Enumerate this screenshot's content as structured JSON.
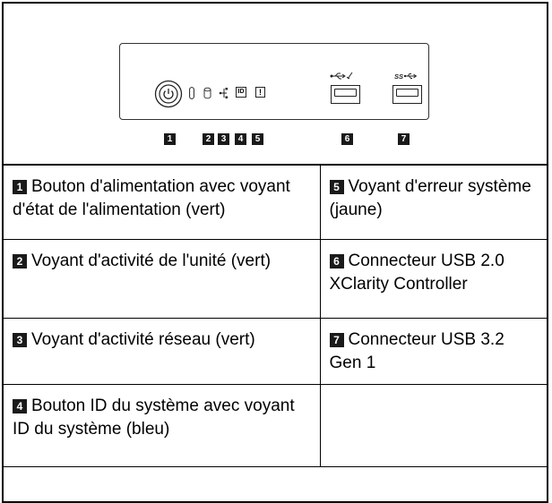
{
  "callouts": [
    "1",
    "2",
    "3",
    "4",
    "5",
    "6",
    "7"
  ],
  "panel_icons": {
    "id_label": "ID",
    "error_mark": "!",
    "usb2_mark": "•⊰⊱✓",
    "usb3_mark": "SS⊰⊱"
  },
  "table": {
    "rows": [
      [
        {
          "num": "1",
          "text": "Bouton d'alimentation avec voyant d'état de l'alimentation (vert)"
        },
        {
          "num": "5",
          "text": "Voyant d'erreur système (jaune)"
        }
      ],
      [
        {
          "num": "2",
          "text": "Voyant d'activité de l'unité (vert)"
        },
        {
          "num": "6",
          "text": "Connecteur USB 2.0 XClarity Controller"
        }
      ],
      [
        {
          "num": "3",
          "text": "Voyant d'activité réseau (vert)"
        },
        {
          "num": "7",
          "text": "Connecteur USB 3.2 Gen 1"
        }
      ],
      [
        {
          "num": "4",
          "text": "Bouton ID du système avec voyant ID du système (bleu)"
        },
        {
          "num": "",
          "text": ""
        }
      ]
    ]
  },
  "colors": {
    "badge": "#1a1a1a",
    "border": "#000000"
  }
}
